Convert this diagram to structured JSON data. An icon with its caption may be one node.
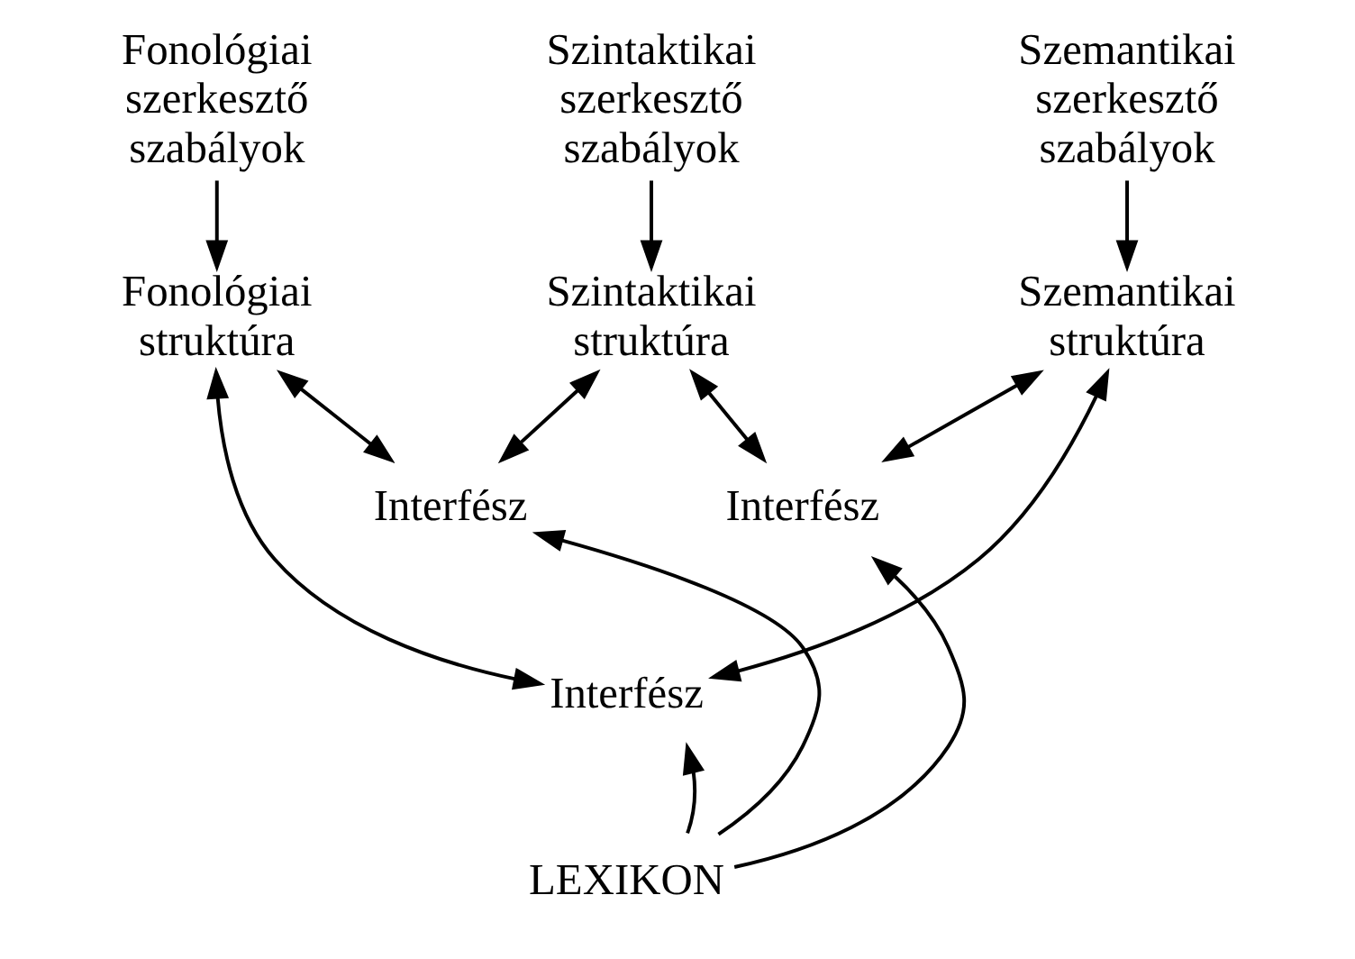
{
  "diagram": {
    "nodes": [
      {
        "text": [
          "Fonológiai szerkesztő szabályok"
        ]
      },
      {
        "text": [
          "Szintaktikai szerkesztő szabályok"
        ]
      },
      {
        "text": [
          "Szemantikai szerkesztő szabályok"
        ]
      },
      {
        "text": [
          "Fonológiai struktúra"
        ]
      },
      {
        "text": [
          "Szintaktikai struktúra"
        ]
      },
      {
        "text": [
          "Szemantikai struktúra"
        ]
      },
      {
        "text": [
          "Interfész"
        ]
      },
      {
        "text": [
          "Interfész"
        ]
      },
      {
        "text": [
          "Interfész"
        ]
      },
      {
        "text": [
          "LEXIKON"
        ]
      }
    ],
    "edges": [
      {
        "from": 0,
        "to": 3,
        "arrow": "to"
      },
      {
        "from": 1,
        "to": 4,
        "arrow": "to"
      },
      {
        "from": 2,
        "to": 5,
        "arrow": "to"
      },
      {
        "from": 3,
        "to": 6,
        "arrow": "both"
      },
      {
        "from": 4,
        "to": 6,
        "arrow": "both"
      },
      {
        "from": 4,
        "to": 7,
        "arrow": "both"
      },
      {
        "from": 5,
        "to": 7,
        "arrow": "both"
      },
      {
        "from": 3,
        "to": 8,
        "arrow": "both"
      },
      {
        "from": 5,
        "to": 8,
        "arrow": "both"
      },
      {
        "from": 9,
        "to": 6,
        "arrow": "to"
      },
      {
        "from": 9,
        "to": 8,
        "arrow": "to"
      },
      {
        "from": 9,
        "to": 7,
        "arrow": "to"
      }
    ]
  }
}
